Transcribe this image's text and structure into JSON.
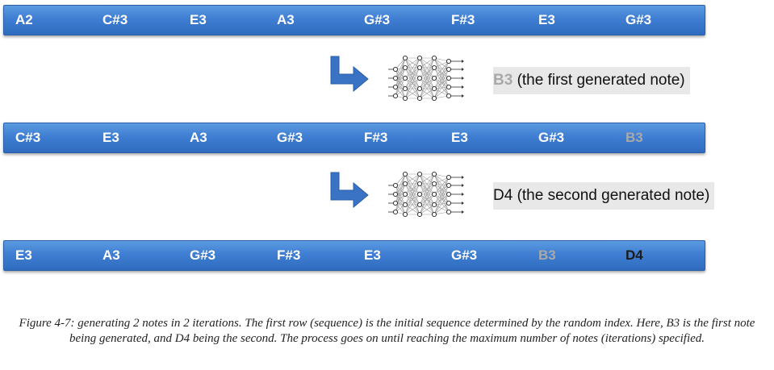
{
  "rows": [
    {
      "notes": [
        "A2",
        "C#3",
        "E3",
        "A3",
        "G#3",
        "F#3",
        "E3",
        "G#3"
      ]
    },
    {
      "notes": [
        "C#3",
        "E3",
        "A3",
        "G#3",
        "F#3",
        "E3",
        "G#3",
        "B3"
      ]
    },
    {
      "notes": [
        "E3",
        "A3",
        "G#3",
        "F#3",
        "E3",
        "G#3",
        "B3",
        "D4"
      ]
    }
  ],
  "steps": [
    {
      "note": "B3",
      "text": " (the first generated note)"
    },
    {
      "note": "D4",
      "text": " (the second generated note)"
    }
  ],
  "caption": "Figure 4-7: generating 2 notes in 2 iterations. The first row (sequence) is the initial sequence determined by the random index. Here, B3 is the first note being generated, and D4 being the second. The process goes on until reaching the maximum number of notes (iterations) specified.",
  "colors": {
    "bar": "#3f7ed2",
    "note_text": "#ffffff",
    "generated_note": "#a9a9a9",
    "new_note": "#1a1a1a",
    "label_background": "#e8e8e8",
    "arrow": "#3b73c4"
  },
  "icons": [
    "down-right-arrow-icon",
    "neural-network-icon"
  ]
}
